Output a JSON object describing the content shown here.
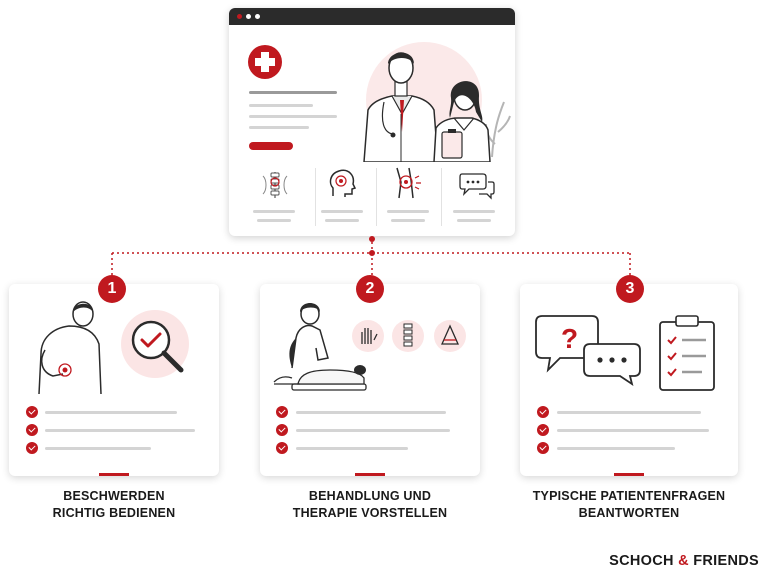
{
  "steps": [
    {
      "number": "1",
      "caption_line1": "BESCHWERDEN",
      "caption_line2": "RICHTIG BEDIENEN"
    },
    {
      "number": "2",
      "caption_line1": "BEHANDLUNG UND",
      "caption_line2": "THERAPIE VORSTELLEN"
    },
    {
      "number": "3",
      "caption_line1": "TYPISCHE PATIENTENFRAGEN",
      "caption_line2": "BEANTWORTEN"
    }
  ],
  "brand": {
    "part1": "SCHOCH ",
    "amp": "&",
    "part2": " FRIENDS"
  },
  "colors": {
    "accent": "#c0191f",
    "line": "#d4d4d4",
    "dark": "#2b2b2b"
  }
}
